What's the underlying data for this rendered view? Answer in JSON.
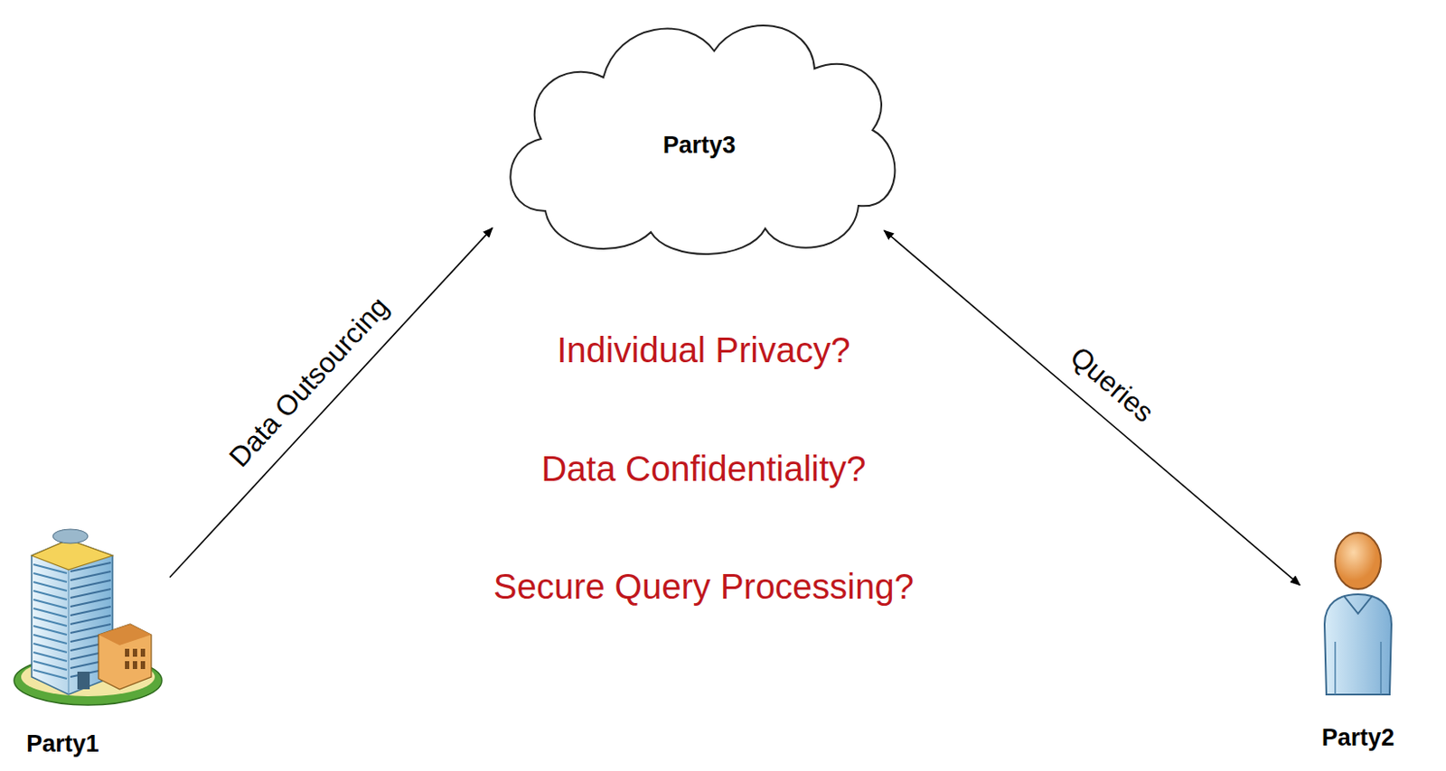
{
  "diagram": {
    "nodes": [
      {
        "text": [
          "Party3"
        ]
      },
      {
        "text": [
          "Party1"
        ]
      },
      {
        "text": [
          "Party2"
        ]
      }
    ],
    "edges": [
      {
        "from": 1,
        "to": 0,
        "label": "Data Outsourcing",
        "arrow": "to"
      },
      {
        "from": 0,
        "to": 2,
        "label": "Queries",
        "arrow": "both"
      }
    ],
    "labels": [
      "Individual Privacy?",
      "Data Confidentiality?",
      "Secure Query Processing?"
    ]
  }
}
